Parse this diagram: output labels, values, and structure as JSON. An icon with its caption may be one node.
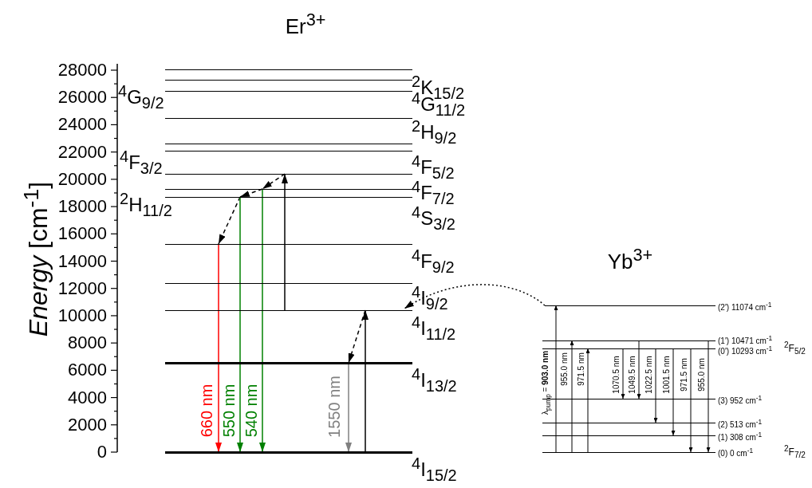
{
  "diagram": {
    "nodes": [
      {
        "text": [
          "$^{2}$K$_{15/2}$"
        ]
      },
      {
        "text": [
          "$^{4}$G$_{9/2}$"
        ]
      },
      {
        "text": [
          "$^{4}$G$_{11/2}$"
        ]
      },
      {
        "text": [
          "$^{2}$H$_{9/2}$"
        ]
      },
      {
        "text": [
          "$^{4}$F$_{3/2}$"
        ]
      },
      {
        "text": [
          "$^{4}$F$_{5/2}$"
        ]
      },
      {
        "text": [
          "$^{4}$F$_{7/2}$"
        ]
      },
      {
        "text": [
          "$^{2}$H$_{11/2}$"
        ]
      },
      {
        "text": [
          "$^{4}$S$_{3/2}$"
        ]
      },
      {
        "text": [
          "$^{4}$F$_{9/2}$"
        ]
      },
      {
        "text": [
          "$^{4}$I$_{9/2}$"
        ]
      },
      {
        "text": [
          "$^{4}$I$_{11/2}$"
        ]
      },
      {
        "text": [
          "$^{4}$I$_{13/2}$"
        ]
      },
      {
        "text": [
          "$^{4}$I$_{15/2}$"
        ]
      },
      {
        "text": [
          "(2') 11074 cm$^{-1}$"
        ]
      },
      {
        "text": [
          "(1') 10471 cm$^{-1}$"
        ]
      },
      {
        "text": [
          "(0') 10293 cm$^{-1}$"
        ]
      },
      {
        "text": [
          "(3) 952 cm$^{-1}$"
        ]
      },
      {
        "text": [
          "(2) 513 cm$^{-1}$"
        ]
      },
      {
        "text": [
          "(1) 308 cm$^{-1}$"
        ]
      },
      {
        "text": [
          "(0) 0 cm$^{-1}$"
        ]
      }
    ],
    "edges": [
      {
        "from": 13,
        "to": 11,
        "arrow": "to"
      },
      {
        "from": 11,
        "to": 12,
        "arrow": "to",
        "style": "dashed"
      },
      {
        "from": 12,
        "to": 13,
        "arrow": "to",
        "label": "1550 nm",
        "color": "#808080"
      },
      {
        "from": 11,
        "to": 6,
        "arrow": "to"
      },
      {
        "from": 6,
        "to": 7,
        "arrow": "to",
        "style": "dashed"
      },
      {
        "from": 7,
        "to": 8,
        "arrow": "to",
        "style": "dashed"
      },
      {
        "from": 8,
        "to": 9,
        "arrow": "to",
        "style": "dashed"
      },
      {
        "from": 9,
        "to": 13,
        "arrow": "to",
        "label": "660 nm",
        "color": "#ff0000"
      },
      {
        "from": 8,
        "to": 13,
        "arrow": "to",
        "label": "550 nm",
        "color": "#008000"
      },
      {
        "from": 7,
        "to": 13,
        "arrow": "to",
        "label": "540 nm",
        "color": "#008000"
      },
      {
        "from": 14,
        "to": 11,
        "arrow": "to",
        "style": "dashed"
      },
      {
        "from": 20,
        "to": 14,
        "arrow": "to",
        "label": "λ$_{pump}$ = **903.0 nm**"
      },
      {
        "from": 20,
        "to": 15,
        "arrow": "to",
        "label": "955.0 nm"
      },
      {
        "from": 20,
        "to": 16,
        "arrow": "to",
        "label": "971.5 nm"
      },
      {
        "from": 16,
        "to": 17,
        "arrow": "to",
        "label": "1070.5 nm"
      },
      {
        "from": 15,
        "to": 17,
        "arrow": "to",
        "label": "1049.5 nm"
      },
      {
        "from": 16,
        "to": 18,
        "arrow": "to",
        "label": "1022.5 nm"
      },
      {
        "from": 16,
        "to": 19,
        "arrow": "to",
        "label": "1001.5 nm"
      },
      {
        "from": 16,
        "to": 20,
        "arrow": "to",
        "label": "971.5 nm"
      },
      {
        "from": 15,
        "to": 20,
        "arrow": "to",
        "label": "955.0 nm"
      }
    ],
    "labels": [
      "Er$^{3+}$",
      "28000",
      "26000",
      "24000",
      "22000",
      "20000",
      "18000",
      "16000",
      "14000",
      "12000",
      "10000",
      "8000",
      "6000",
      "4000",
      "2000",
      "0",
      "*Energy* [cm$^{-1}$]",
      "Yb$^{3+}$",
      "$^{2}$F$_{5/2}$",
      "$^{2}$F$_{7/2}$"
    ]
  }
}
